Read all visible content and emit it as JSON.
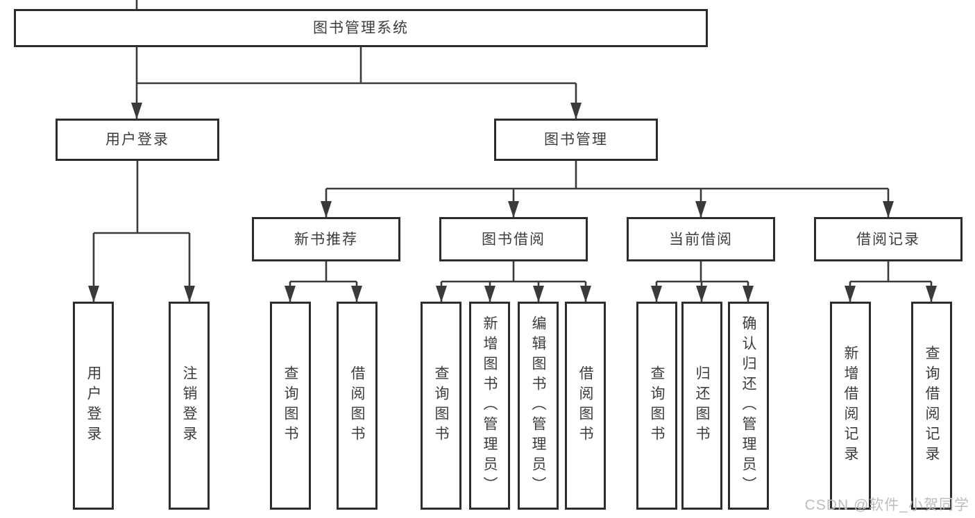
{
  "diagram_title": "图书管理系统",
  "watermark": "CSDN @软件_小贺同学",
  "colors": {
    "line": "#3a3a3a",
    "border": "#2d2d2d",
    "text": "#3c3c3c",
    "watermark": "#bdbdbd",
    "bg": "#ffffff"
  },
  "tree": {
    "label": "图书管理系统",
    "children": [
      {
        "label": "用户登录",
        "children": [
          {
            "label": "用户登录"
          },
          {
            "label": "注销登录"
          }
        ]
      },
      {
        "label": "图书管理",
        "children": [
          {
            "label": "新书推荐",
            "children": [
              {
                "label": "查询图书"
              },
              {
                "label": "借阅图书"
              }
            ]
          },
          {
            "label": "图书借阅",
            "children": [
              {
                "label": "查询图书"
              },
              {
                "label": "新增图书（管理员）"
              },
              {
                "label": "编辑图书（管理员）"
              },
              {
                "label": "借阅图书"
              }
            ]
          },
          {
            "label": "当前借阅",
            "children": [
              {
                "label": "查询图书"
              },
              {
                "label": "归还图书"
              },
              {
                "label": "确认归还（管理员）"
              }
            ]
          },
          {
            "label": "借阅记录",
            "children": [
              {
                "label": "新增借阅记录"
              },
              {
                "label": "查询借阅记录"
              }
            ]
          }
        ]
      }
    ]
  }
}
